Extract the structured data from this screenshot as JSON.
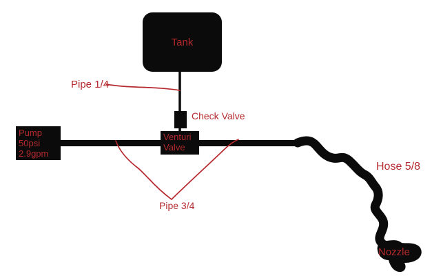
{
  "colors": {
    "ink": "#0b0b0b",
    "accent": "#b5292e",
    "bg": "#ffffff"
  },
  "diagram": {
    "title_implicit": "Pump / tank / venturi spray system schematic",
    "tank": {
      "label": "Tank"
    },
    "pump": {
      "lines": [
        "Pump",
        "50psi",
        "2.9gpm"
      ]
    },
    "check_valve": {
      "label": "Check Valve"
    },
    "venturi_valve": {
      "lines": [
        "Venturi",
        "Valve"
      ]
    },
    "pipe_14": {
      "label": "Pipe 1/4"
    },
    "pipe_34": {
      "label": "Pipe 3/4"
    },
    "hose": {
      "label": "Hose 5/8"
    },
    "nozzle": {
      "label": "Nozzle"
    }
  }
}
